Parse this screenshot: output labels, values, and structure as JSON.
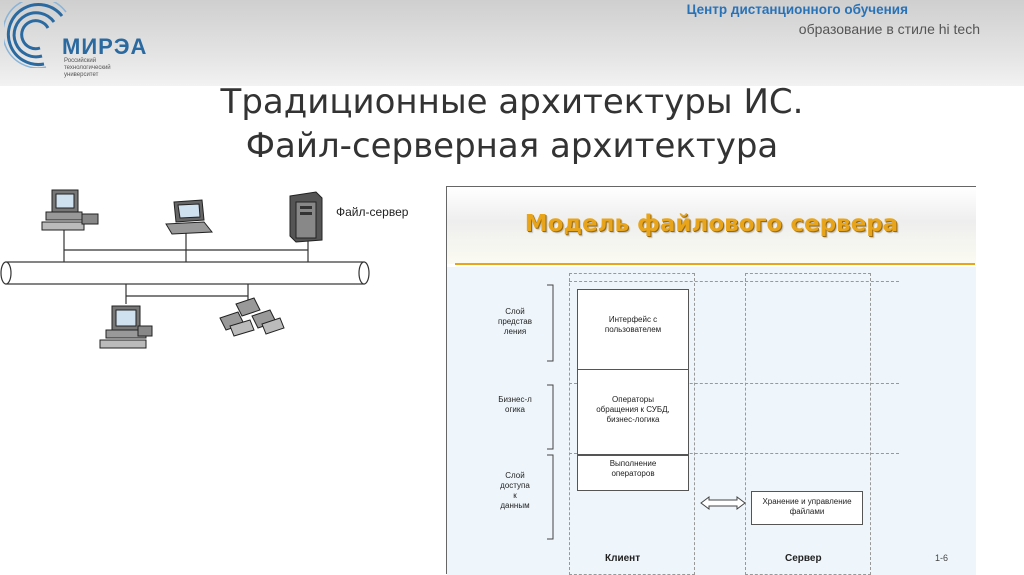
{
  "header": {
    "logo_text": "МИРЭА",
    "logo_subtitle": [
      "Российский",
      "технологический",
      "университет"
    ],
    "brand_title": "Центр дистанционного обучения",
    "brand_subtitle": "образование в стиле hi tech"
  },
  "page": {
    "title_line1": "Традиционные архитектуры ИС.",
    "title_line2": "Файл-серверная архитектура"
  },
  "network": {
    "server_label": "Файл-сервер"
  },
  "model": {
    "title": "Модель файлового сервера",
    "layers": [
      "Слой\nпредстав\nления",
      "Бизнес-л\nогика",
      "Слой\nдоступа\nк\nданным"
    ],
    "client_boxes": [
      "Интерфейс с\nпользователем",
      "Операторы\nобращения к СУБД,\nбизнес-логика",
      "Выполнение\nоператоров"
    ],
    "server_box": "Хранение и управление\nфайлами",
    "col_client": "Клиент",
    "col_server": "Сервер",
    "slide_number": "1-6"
  },
  "colors": {
    "brand_blue": "#2872b8",
    "title_gold": "#e8a51c",
    "panel_bg": "#eef6fb"
  }
}
